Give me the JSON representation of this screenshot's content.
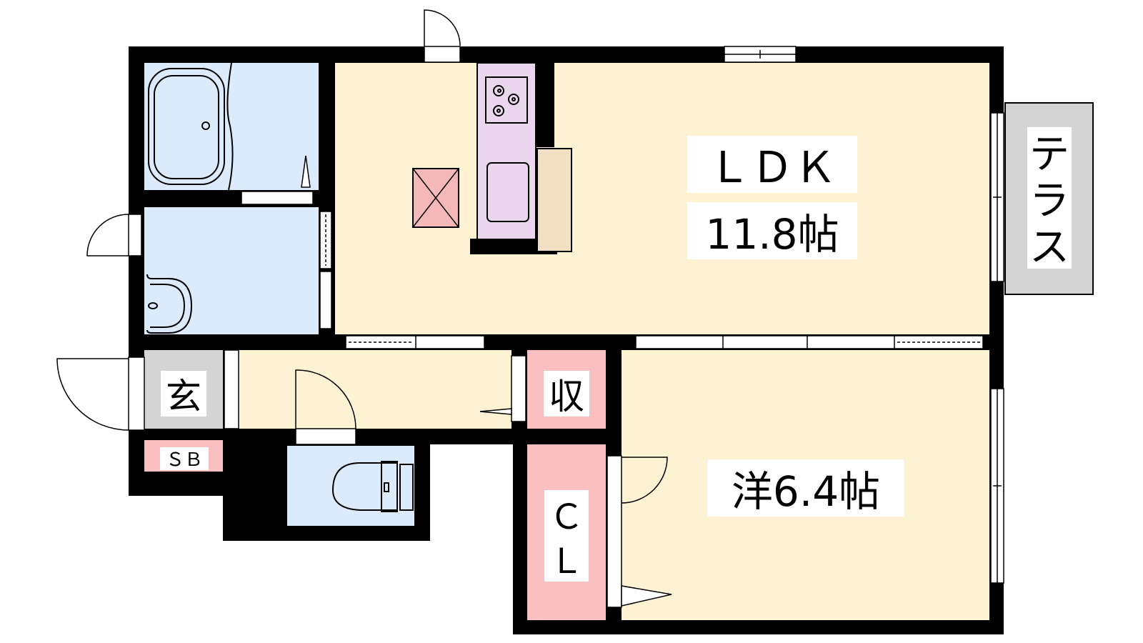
{
  "colors": {
    "ldk": "#fdf2d2",
    "bath": "#dbebfc",
    "genkan": "#d4d4d4",
    "storage": "#f9bfc1",
    "kitchen": "#ead7ee",
    "wood": "#f2e0c4",
    "terrace": "#d4d4d4",
    "wall": "#000000",
    "vent": "#f4b8b8"
  },
  "rooms": {
    "ldk_name": "ＬＤＫ",
    "ldk_size": "11.8帖",
    "western_room": "洋6.4帖",
    "terrace": [
      "テ",
      "ラ",
      "ス"
    ],
    "genkan": "玄",
    "shoe_box": "ＳＢ",
    "storage": "収",
    "closet": [
      "Ｃ",
      "Ｌ"
    ]
  }
}
